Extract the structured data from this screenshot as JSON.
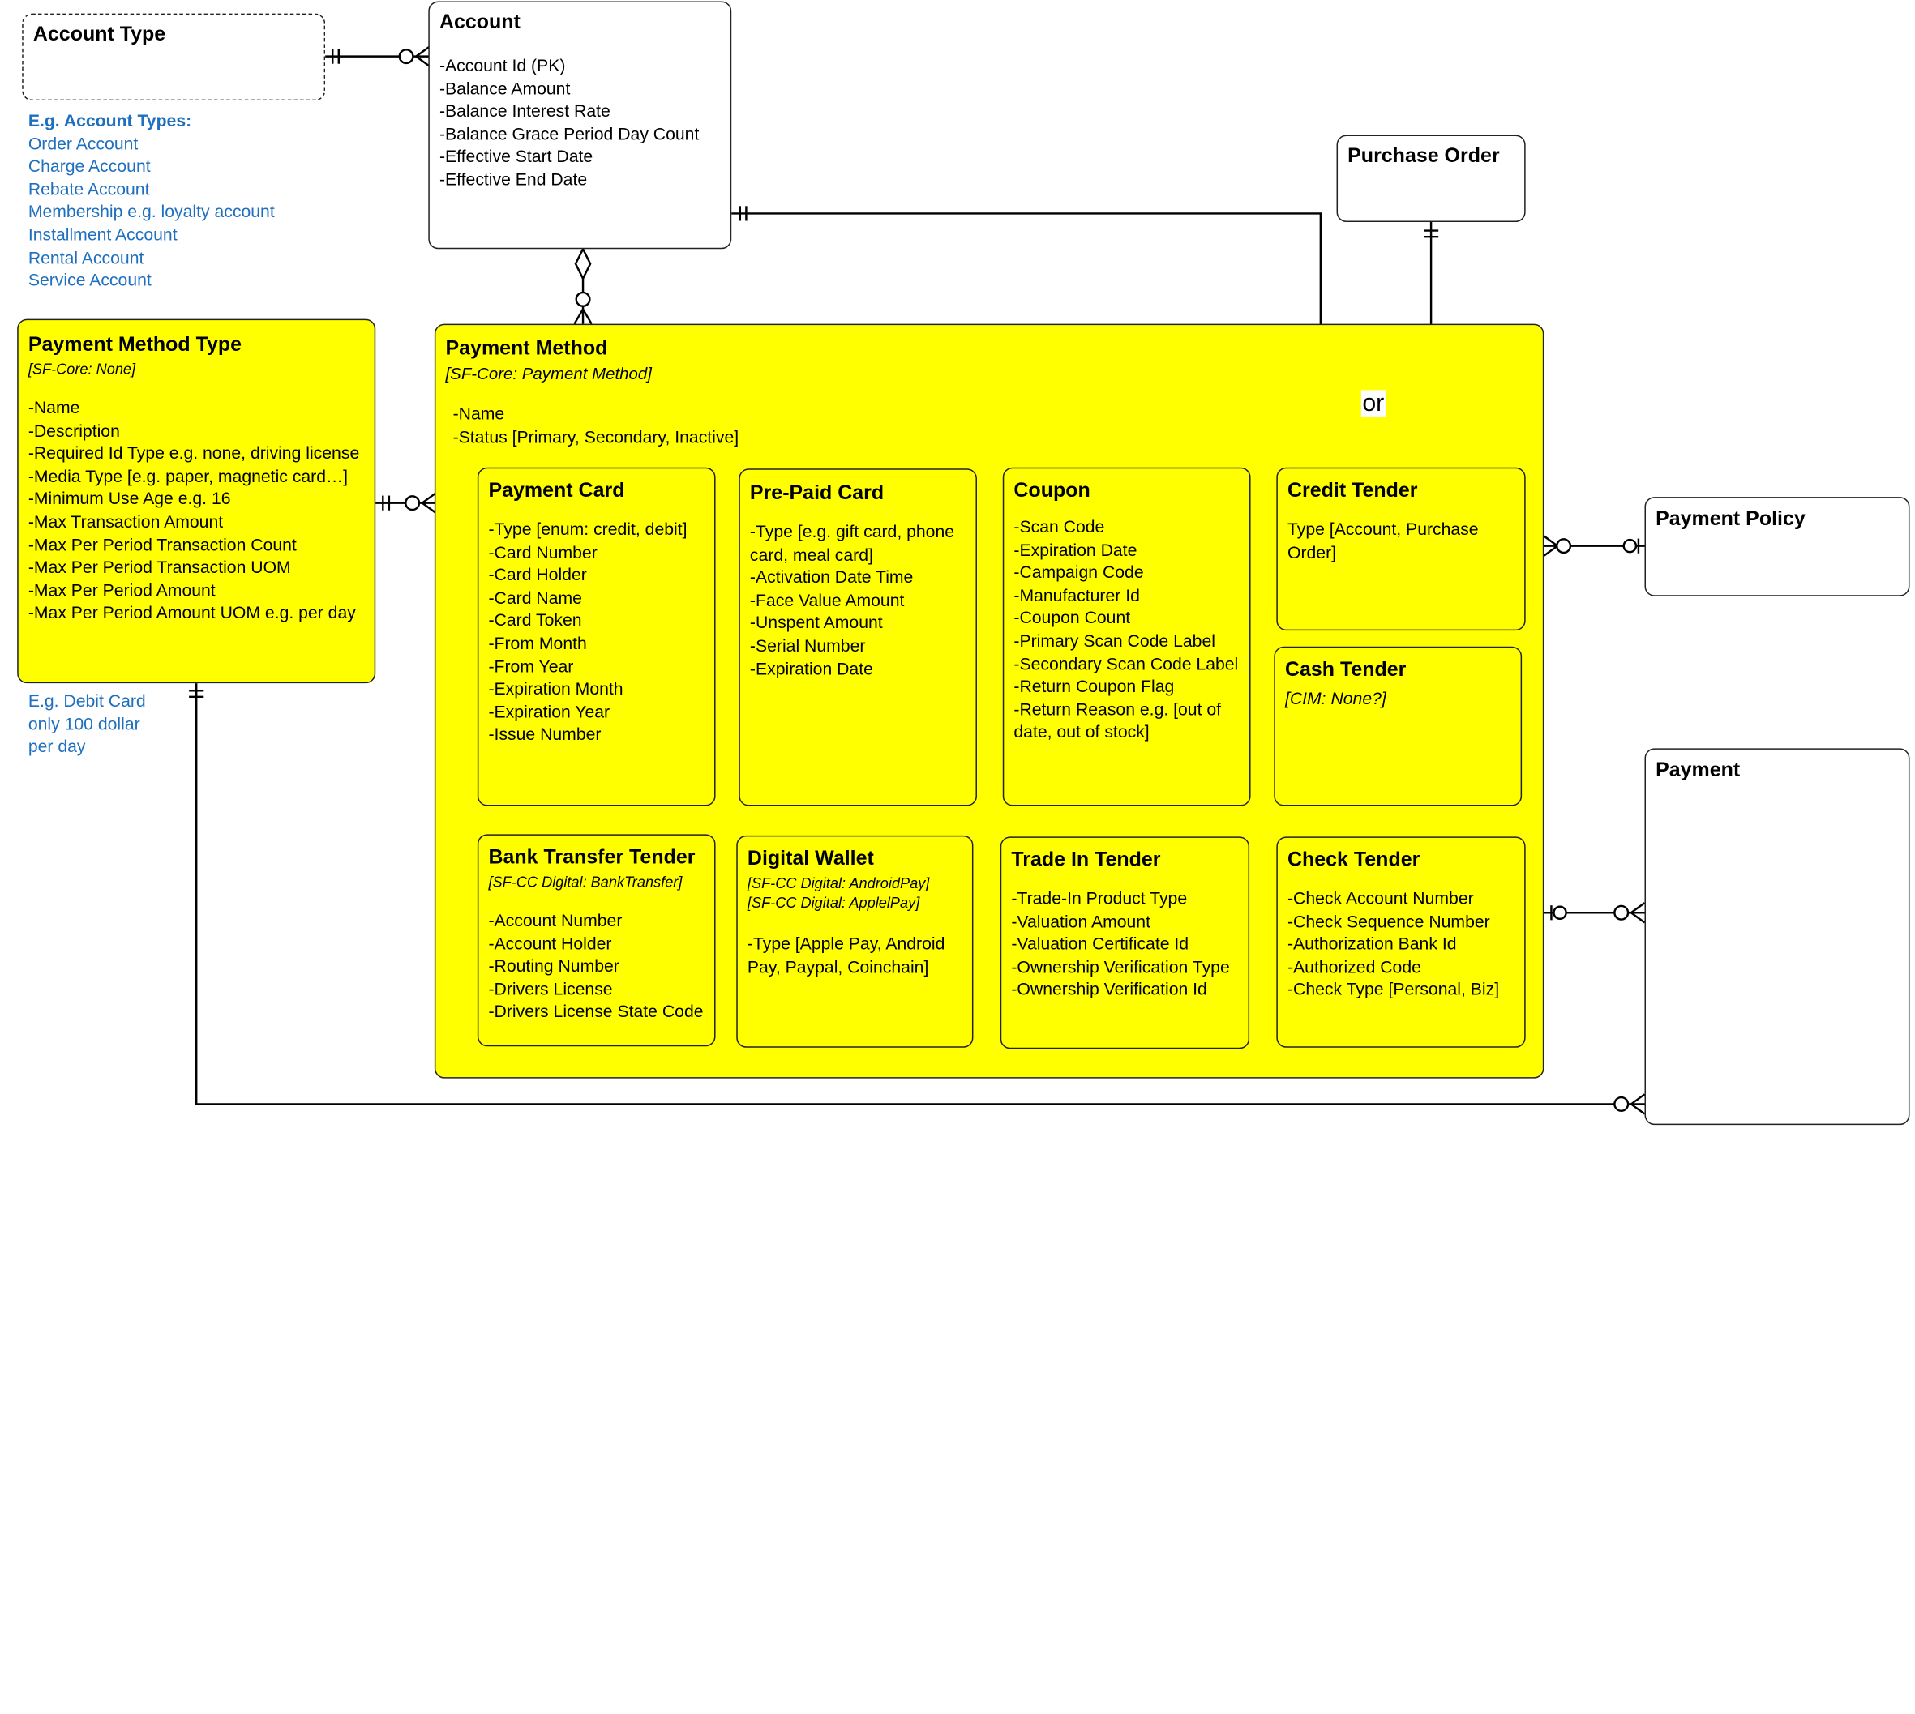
{
  "entities": {
    "account_type": {
      "title": "Account Type"
    },
    "account": {
      "title": "Account",
      "attributes": [
        "-Account Id (PK)",
        "-Balance Amount",
        "-Balance Interest Rate",
        "-Balance Grace Period Day Count",
        "-Effective Start Date",
        "-Effective End Date"
      ]
    },
    "purchase_order": {
      "title": "Purchase Order"
    },
    "payment_method_type": {
      "title": "Payment Method Type",
      "subtitle": "[SF-Core: None]",
      "attributes": [
        "-Name",
        "-Description",
        "-Required Id Type e.g. none, driving license",
        "-Media Type [e.g. paper, magnetic card…]",
        "-Minimum Use Age e.g. 16",
        "-Max Transaction Amount",
        "-Max Per Period Transaction Count",
        "-Max Per Period Transaction UOM",
        "-Max Per Period Amount",
        "-Max Per Period Amount UOM e.g. per day"
      ]
    },
    "payment_method": {
      "title": "Payment Method",
      "subtitle": "[SF-Core: Payment Method]",
      "attributes": [
        "-Name",
        "-Status [Primary, Secondary, Inactive]"
      ]
    },
    "payment_card": {
      "title": "Payment Card",
      "attributes": [
        "-Type [enum: credit, debit]",
        "-Card Number",
        "-Card Holder",
        "-Card Name",
        "-Card Token",
        "-From Month",
        "-From Year",
        "-Expiration Month",
        "-Expiration Year",
        "-Issue Number"
      ]
    },
    "pre_paid_card": {
      "title": "Pre-Paid Card",
      "attributes": [
        "-Type [e.g. gift card, phone card, meal card]",
        "-Activation Date Time",
        "-Face Value Amount",
        "-Unspent Amount",
        "-Serial Number",
        "-Expiration Date"
      ]
    },
    "coupon": {
      "title": "Coupon",
      "attributes": [
        "-Scan Code",
        "-Expiration Date",
        "-Campaign Code",
        "-Manufacturer Id",
        "-Coupon Count",
        "-Primary Scan Code Label",
        "-Secondary Scan Code Label",
        "-Return Coupon Flag",
        "-Return Reason e.g. [out of date, out of stock]"
      ]
    },
    "credit_tender": {
      "title": "Credit Tender",
      "attributes": [
        "Type [Account, Purchase Order]"
      ]
    },
    "cash_tender": {
      "title": "Cash Tender",
      "subtitle": "[CIM: None?]"
    },
    "bank_transfer_tender": {
      "title": "Bank Transfer Tender",
      "subtitle": "[SF-CC Digital: BankTransfer]",
      "attributes": [
        "-Account Number",
        "-Account Holder",
        "-Routing Number",
        "-Drivers License",
        "-Drivers License State Code"
      ]
    },
    "digital_wallet": {
      "title": "Digital Wallet",
      "subtitle": "[SF-CC Digital: AndroidPay]",
      "subtitle2": "[SF-CC Digital: ApplelPay]",
      "attributes": [
        "-Type [Apple Pay, Android Pay, Paypal, Coinchain]"
      ]
    },
    "trade_in_tender": {
      "title": "Trade In Tender",
      "attributes": [
        "-Trade-In Product Type",
        "-Valuation Amount",
        "-Valuation Certificate Id",
        "-Ownership Verification Type",
        "-Ownership Verification Id"
      ]
    },
    "check_tender": {
      "title": "Check Tender",
      "attributes": [
        "-Check Account Number",
        "-Check Sequence Number",
        "-Authorization Bank Id",
        "-Authorized Code",
        "-Check Type [Personal, Biz]"
      ]
    },
    "payment_policy": {
      "title": "Payment Policy"
    },
    "payment": {
      "title": "Payment"
    }
  },
  "notes": {
    "account_types": {
      "heading": "E.g. Account Types:",
      "lines": [
        "Order Account",
        "Charge Account",
        "Rebate Account",
        "Membership e.g. loyalty account",
        "Installment Account",
        "Rental Account",
        "Service Account"
      ]
    },
    "debit_card": {
      "lines": [
        "E.g. Debit Card",
        "only 100 dollar",
        "per day"
      ]
    }
  },
  "labels": {
    "or": "or"
  },
  "colors": {
    "entity_fill": "#ffff00",
    "note_text": "#1f6fbf",
    "line": "#000000"
  }
}
